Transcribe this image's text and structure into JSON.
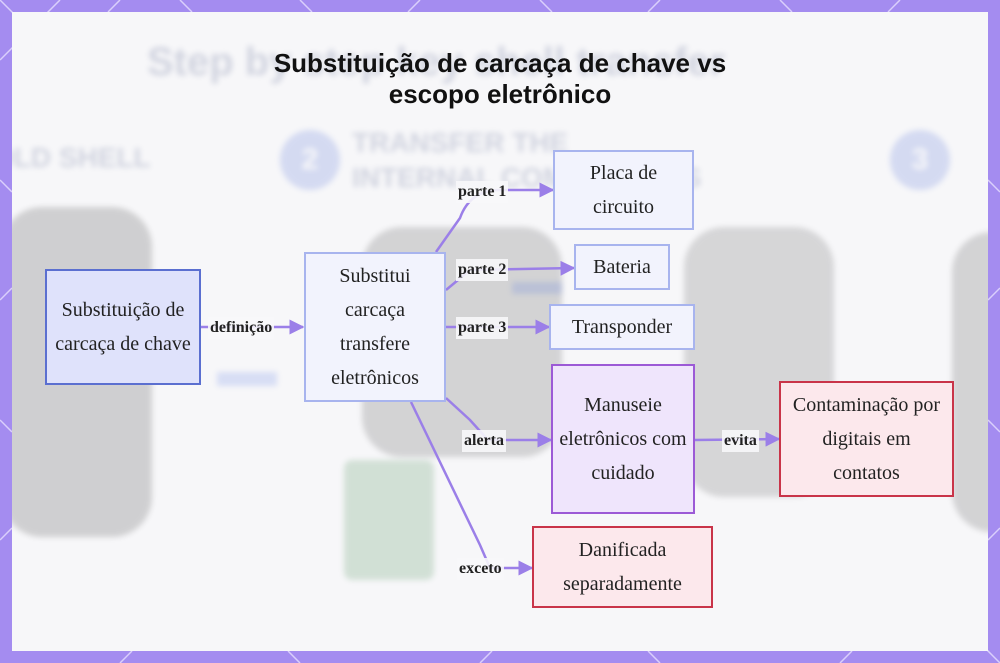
{
  "title": "Substituição de carcaça de chave vs escopo eletrônico",
  "background_text": {
    "step": "Step by step key shell transfer",
    "old_shell": "OLD SHELL",
    "transfer_line1": "TRANSFER THE",
    "transfer_line2": "INTERNAL COMPONENTS",
    "step2_number": "2",
    "step3_number": "3"
  },
  "nodes": {
    "root": "Substituição de carcaça de chave",
    "center": "Substitui carcaça transfere eletrônicos",
    "circuit": "Placa de circuito",
    "battery": "Bateria",
    "transponder": "Transponder",
    "handle": "Manuseie eletrônicos com cuidado",
    "contamination": "Contaminação por digitais em contatos",
    "damaged": "Danificada separadamente"
  },
  "edges": {
    "definition": "definição",
    "part1": "parte 1",
    "part2": "parte 2",
    "part3": "parte 3",
    "warning": "alerta",
    "except": "exceto",
    "avoids": "evita"
  },
  "colors": {
    "frame": "#a48cf0",
    "edge": "#9b7fe8",
    "root_border": "#5b6fd0",
    "light_border": "#a8b4ee",
    "purple_border": "#9c5ad6",
    "red_border": "#c93449"
  }
}
